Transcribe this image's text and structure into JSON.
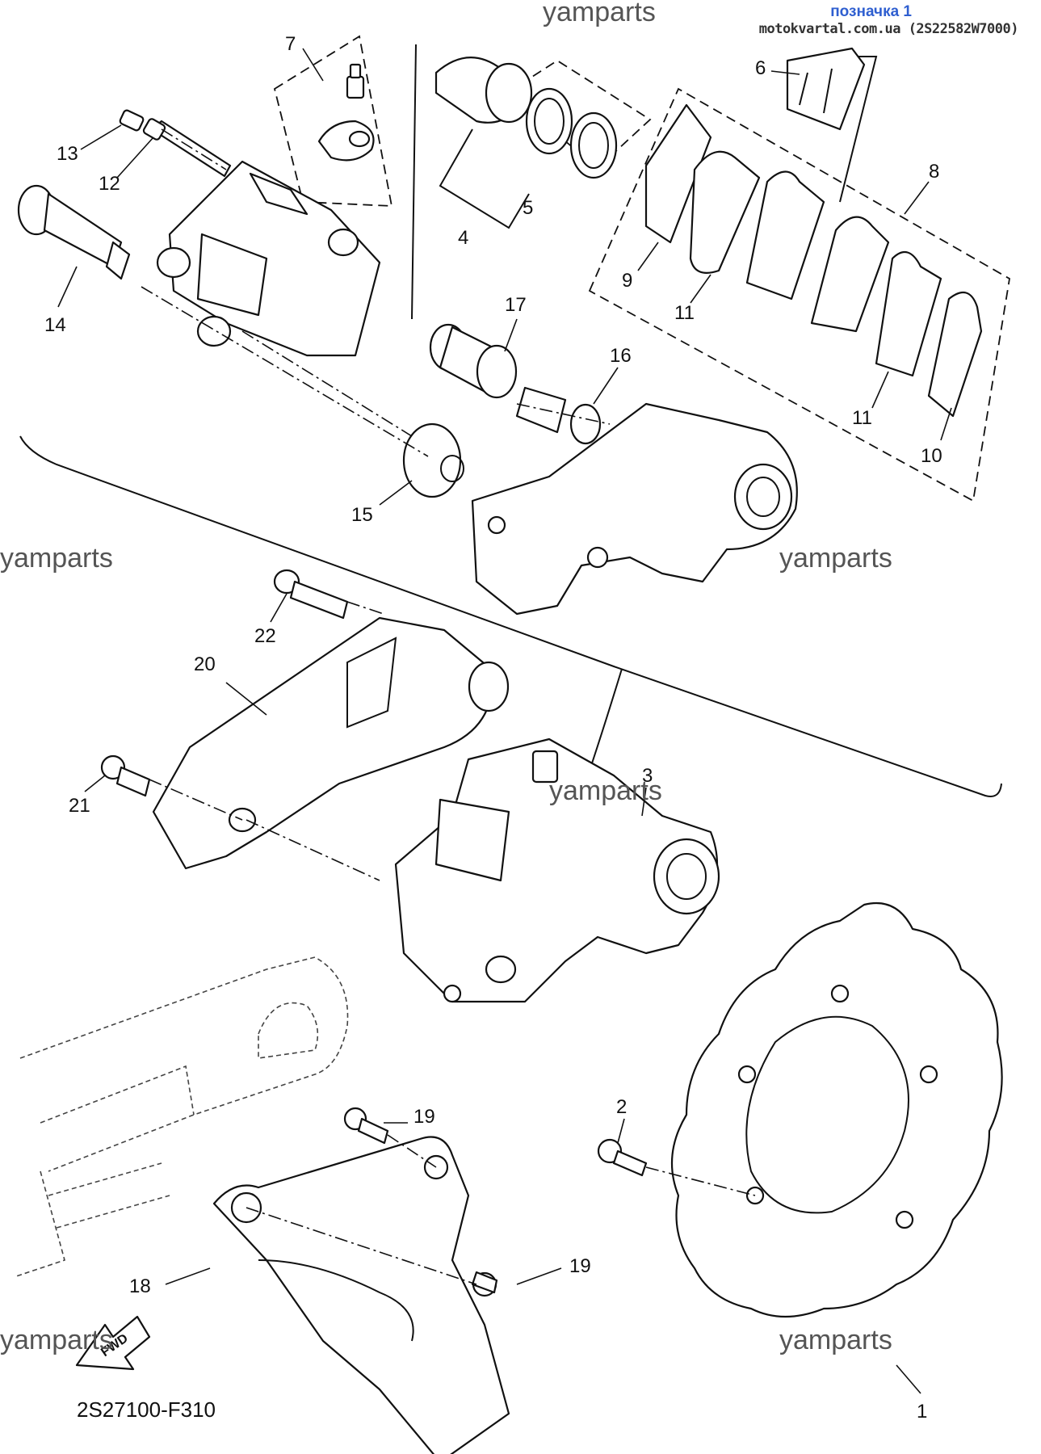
{
  "header": {
    "label": "позначка 1",
    "source": "motokvartal.com.ua (2S22582W7000)"
  },
  "watermarks": [
    "yamparts",
    "yamparts",
    "yamparts",
    "yamparts",
    "yamparts",
    "yamparts"
  ],
  "diagram_code": "2S27100-F310",
  "fwd_label": "FWD",
  "callouts": {
    "c1": "1",
    "c2": "2",
    "c3": "3",
    "c4": "4",
    "c5": "5",
    "c6": "6",
    "c7": "7",
    "c8": "8",
    "c9": "9",
    "c10": "10",
    "c11a": "11",
    "c11b": "11",
    "c12": "12",
    "c13": "13",
    "c14": "14",
    "c15": "15",
    "c16": "16",
    "c17": "17",
    "c18": "18",
    "c19a": "19",
    "c19b": "19",
    "c20": "20",
    "c21": "21",
    "c22": "22"
  }
}
